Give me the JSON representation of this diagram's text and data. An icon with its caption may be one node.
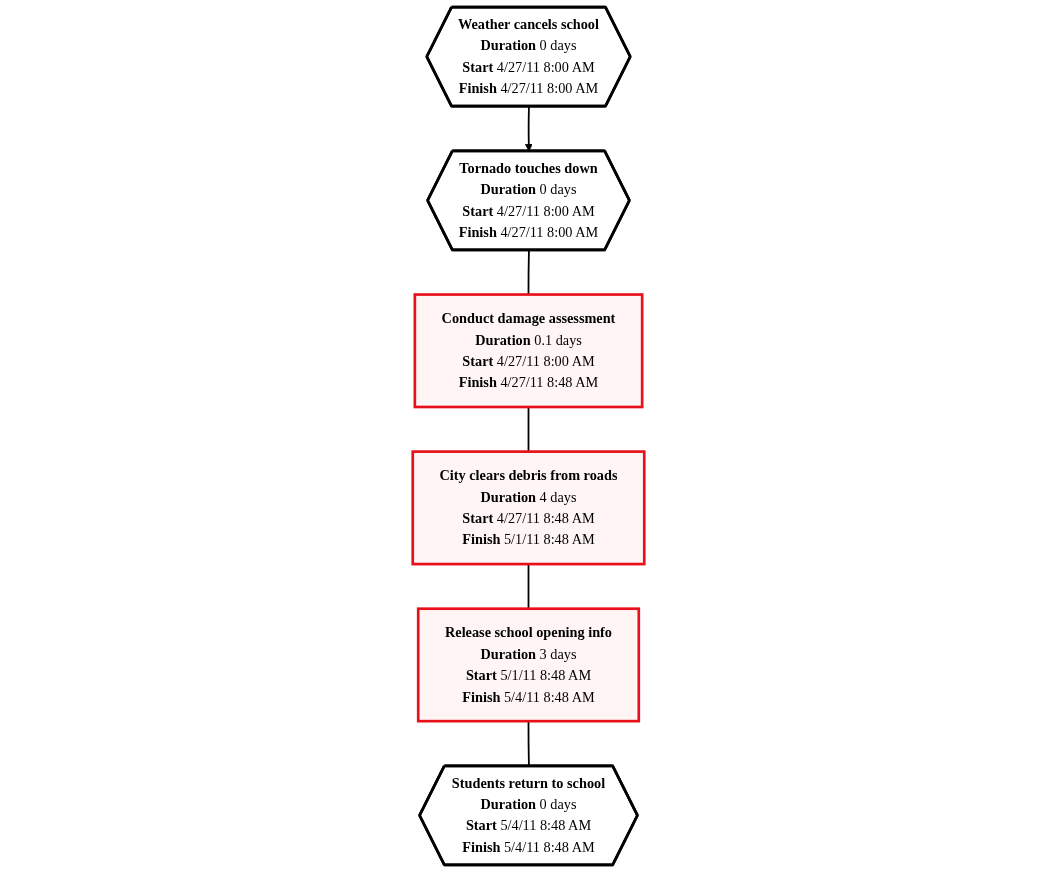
{
  "diagram": {
    "nodes": [
      {
        "text": [
          "Weather cancels school",
          "Duration",
          "0 days",
          "Start",
          "4/27/11 8:00 AM",
          "Finish",
          "4/27/11 8:00 AM"
        ]
      },
      {
        "text": [
          "Tornado touches down",
          "Duration",
          "0 days",
          "Start",
          "4/27/11 8:00 AM",
          "Finish",
          "4/27/11 8:00 AM"
        ]
      },
      {
        "text": [
          "Conduct damage assessment",
          "Duration",
          "0.1 days",
          "Start",
          "4/27/11 8:00 AM",
          "Finish",
          "4/27/11 8:48 AM"
        ]
      },
      {
        "text": [
          "City clears debris from roads",
          "Duration",
          "4 days",
          "Start",
          "4/27/11 8:48 AM",
          "Finish",
          "5/1/11 8:48 AM"
        ]
      },
      {
        "text": [
          "Release school opening info",
          "Duration",
          "3 days",
          "Start",
          "5/1/11 8:48 AM",
          "Finish",
          "5/4/11 8:48 AM"
        ]
      },
      {
        "text": [
          "Students return to school",
          "Duration",
          "0 days",
          "Start",
          "5/4/11 8:48 AM",
          "Finish",
          "5/4/11 8:48 AM"
        ]
      }
    ],
    "edges": [
      {
        "from": 0,
        "to": 1,
        "arrow": "to"
      },
      {
        "from": 1,
        "to": 2,
        "arrow": "none"
      },
      {
        "from": 2,
        "to": 3,
        "arrow": "none"
      },
      {
        "from": 3,
        "to": 4,
        "arrow": "none"
      },
      {
        "from": 4,
        "to": 5,
        "arrow": "none"
      }
    ]
  }
}
